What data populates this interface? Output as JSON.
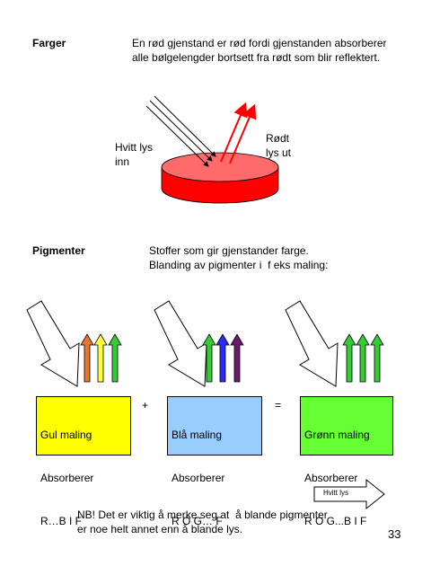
{
  "section1": {
    "heading": "Farger",
    "text_line1": "En rød gjenstand er rød fordi gjenstanden absorberer",
    "text_line2": "alle bølgelengder bortsett fra rødt som blir reflektert."
  },
  "diagram1": {
    "incoming_label_line1": "Hvitt lys",
    "incoming_label_line2": "inn",
    "outgoing_label_line1": "Rødt",
    "outgoing_label_line2": "lys ut",
    "disc_color": "#ff0000",
    "disc_top_color": "#ff6a6a",
    "reflected_arrow_color": "#ff0000"
  },
  "section2": {
    "heading": "Pigmenter",
    "text_line1": "Stoffer som gir gjenstander farge.",
    "text_line2": "Blanding av pigmenter i  f eks maling:"
  },
  "mixing": {
    "groups": [
      {
        "arrow_colors": [
          "#e8772e",
          "#ffff33",
          "#33cc33"
        ],
        "box_color": "#ffff00",
        "lines": [
          "Gul maling",
          "Absorberer",
          "R…B I F"
        ]
      },
      {
        "arrow_colors": [
          "#33cc33",
          "#2a2aff",
          "#6b1a6b"
        ],
        "box_color": "#99ccff",
        "lines": [
          "Blå maling",
          "Absorberer",
          "R O G… F"
        ]
      },
      {
        "arrow_colors": [
          "#33cc33",
          "#33cc33",
          "#33cc33"
        ],
        "box_color": "#66ff33",
        "lines": [
          "Grønn maling",
          "Absorberer",
          "R O G...B I F"
        ]
      }
    ],
    "plus": "+",
    "equals": "="
  },
  "legend": {
    "label": "Hvitt lys"
  },
  "note": {
    "line1": "NB! Det er viktig å merke seg at  å blande pigmenter",
    "line2": "er noe helt annet enn å blande lys."
  },
  "page_number": "33"
}
